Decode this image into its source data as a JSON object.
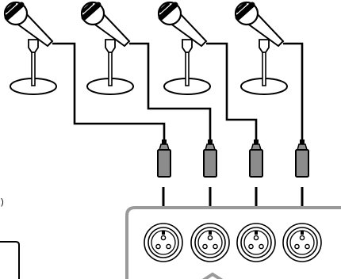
{
  "edge_text": ")",
  "microphones": [
    {
      "id": "mic-1"
    },
    {
      "id": "mic-2"
    },
    {
      "id": "mic-3"
    },
    {
      "id": "mic-4"
    }
  ],
  "inputs": [
    {
      "id": "xlr-input-1"
    },
    {
      "id": "xlr-input-2"
    },
    {
      "id": "xlr-input-3"
    },
    {
      "id": "xlr-input-4"
    }
  ],
  "colors": {
    "line": "#000000",
    "connector_body": "#8c8c8c",
    "panel_border": "#9a9a9a",
    "panel_fill": "#ffffff",
    "stand_fill": "#ffffff"
  }
}
